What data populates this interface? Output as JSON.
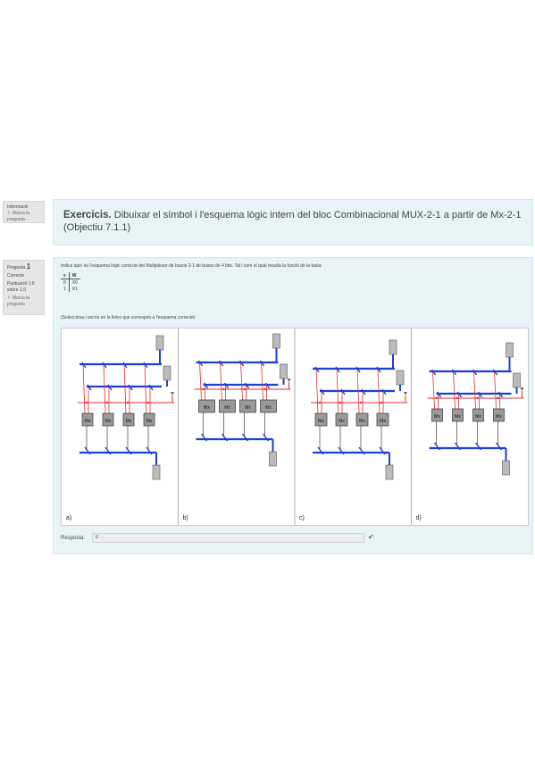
{
  "info_description": {
    "label": "Informació",
    "flag": "Marca la pregunta"
  },
  "info_question": {
    "word": "Pregunta",
    "number": "1",
    "state": "Correcte",
    "mark": "Puntuació 1,0 sobre 1,0",
    "flag": "Marca la pregunta"
  },
  "description": {
    "bold": "Exercicis.",
    "text": "Dibuixar el símbol i l'esquema lògic intern del bloc Combinacional MUX-2-1 a partir de Mx-2-1 (Objectiu 7.1.1)"
  },
  "question": {
    "text": "Indica quin és l'esquema lògic correcte del Multiplexor de busos 2-1 de busos de 4 bits. Tal i com el qual resulta la funció de la taula:",
    "truth_table": {
      "headers": [
        "s",
        "W"
      ],
      "rows": [
        [
          "0",
          "X0"
        ],
        [
          "1",
          "X1"
        ]
      ]
    },
    "prompt": "(Selecciona i escriu en la lletra que correspon a l'esquema correcte)",
    "diagram_labels": [
      "a)",
      "b)",
      "c)",
      "d)"
    ],
    "block_label": "Mx",
    "colors": {
      "bus": "#1f3fd1",
      "wire": "#e03030",
      "signal_label": "#cc22cc",
      "block": "#9a9a9a"
    }
  },
  "answer": {
    "label": "Resposta:",
    "value": "c",
    "status": "correct"
  }
}
